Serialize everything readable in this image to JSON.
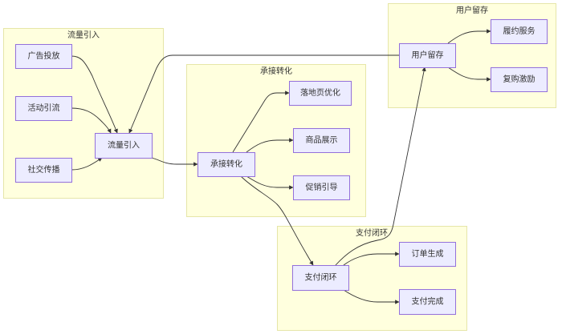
{
  "diagram": {
    "type": "flowchart",
    "colors": {
      "group_fill": "#ffffde",
      "group_stroke": "#e6e6a8",
      "node_fill": "#ececff",
      "node_stroke": "#9370db",
      "edge": "#333333"
    },
    "groups": [
      {
        "id": "g_traffic",
        "title": "流量引入"
      },
      {
        "id": "g_convert",
        "title": "承接转化"
      },
      {
        "id": "g_retain",
        "title": "用户留存"
      },
      {
        "id": "g_pay",
        "title": "支付闭环"
      }
    ],
    "nodes": [
      {
        "id": "ad",
        "label": "广告投放",
        "group": "g_traffic"
      },
      {
        "id": "event",
        "label": "活动引流",
        "group": "g_traffic"
      },
      {
        "id": "social",
        "label": "社交传播",
        "group": "g_traffic"
      },
      {
        "id": "traffic",
        "label": "流量引入",
        "group": "g_traffic"
      },
      {
        "id": "convert",
        "label": "承接转化",
        "group": "g_convert"
      },
      {
        "id": "landing",
        "label": "落地页优化",
        "group": "g_convert"
      },
      {
        "id": "product",
        "label": "商品展示",
        "group": "g_convert"
      },
      {
        "id": "promo",
        "label": "促销引导",
        "group": "g_convert"
      },
      {
        "id": "retain",
        "label": "用户留存",
        "group": "g_retain"
      },
      {
        "id": "fulfill",
        "label": "履约服务",
        "group": "g_retain"
      },
      {
        "id": "repurchase",
        "label": "复购激励",
        "group": "g_retain"
      },
      {
        "id": "pay",
        "label": "支付闭环",
        "group": "g_pay"
      },
      {
        "id": "order",
        "label": "订单生成",
        "group": "g_pay"
      },
      {
        "id": "paid",
        "label": "支付完成",
        "group": "g_pay"
      }
    ],
    "edges": [
      {
        "from": "ad",
        "to": "traffic"
      },
      {
        "from": "event",
        "to": "traffic"
      },
      {
        "from": "social",
        "to": "traffic"
      },
      {
        "from": "traffic",
        "to": "convert"
      },
      {
        "from": "convert",
        "to": "landing"
      },
      {
        "from": "convert",
        "to": "product"
      },
      {
        "from": "convert",
        "to": "promo"
      },
      {
        "from": "convert",
        "to": "pay"
      },
      {
        "from": "pay",
        "to": "order"
      },
      {
        "from": "pay",
        "to": "paid"
      },
      {
        "from": "pay",
        "to": "retain"
      },
      {
        "from": "retain",
        "to": "fulfill"
      },
      {
        "from": "retain",
        "to": "repurchase"
      },
      {
        "from": "retain",
        "to": "traffic"
      }
    ]
  }
}
